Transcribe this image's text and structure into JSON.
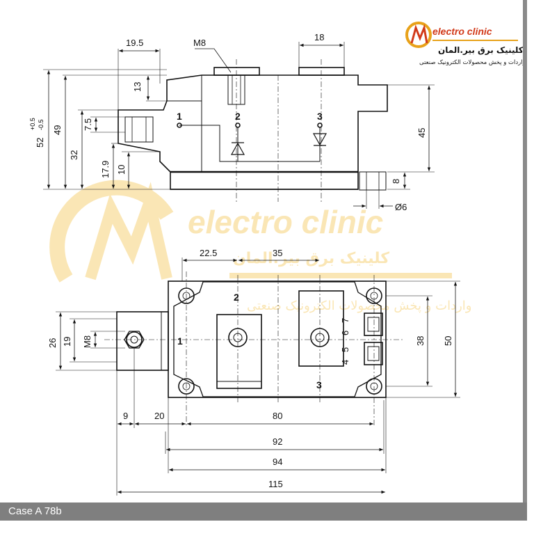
{
  "caption": "Case A 78b",
  "logo": {
    "brand": "electro clinic",
    "arabic_title": "کلینیک برق بیر.المان",
    "arabic_subtitle": "واردات و پخش محصولات الکترونیک صنعتی",
    "accent_color": "#e8a21a",
    "secondary_color": "#d23a1a"
  },
  "watermark": {
    "brand": "electro clinic",
    "arabic_title": "کلینیک برق بیر.المان",
    "arabic_subtitle": "واردات و پخش محصولات الکترونیک صنعتی",
    "color": "#f6d27a"
  },
  "side_view": {
    "dims": {
      "d19_5": "19.5",
      "m8": "M8",
      "d18": "18",
      "d13": "13",
      "d52": "52",
      "tol_plus": "+0.5",
      "tol_minus": "-0.5",
      "d49": "49",
      "d32": "32",
      "d7_5": "7.5",
      "d17_9": "17.9",
      "d10": "10",
      "d45": "45",
      "d8": "8",
      "d6": "Ø6"
    },
    "pins": {
      "p1": "1",
      "p2": "2",
      "p3": "3"
    }
  },
  "top_view": {
    "dims": {
      "d22_5": "22.5",
      "d35": "35",
      "d26": "26",
      "d19": "19",
      "m8": "M8",
      "d38": "38",
      "d50": "50",
      "d9": "9",
      "d20": "20",
      "d80": "80",
      "d92": "92",
      "d94": "94",
      "d115": "115"
    },
    "pins": {
      "p1": "1",
      "p2": "2",
      "p3": "3",
      "p4": "4",
      "p5": "5",
      "p6": "6",
      "p7": "7"
    }
  }
}
